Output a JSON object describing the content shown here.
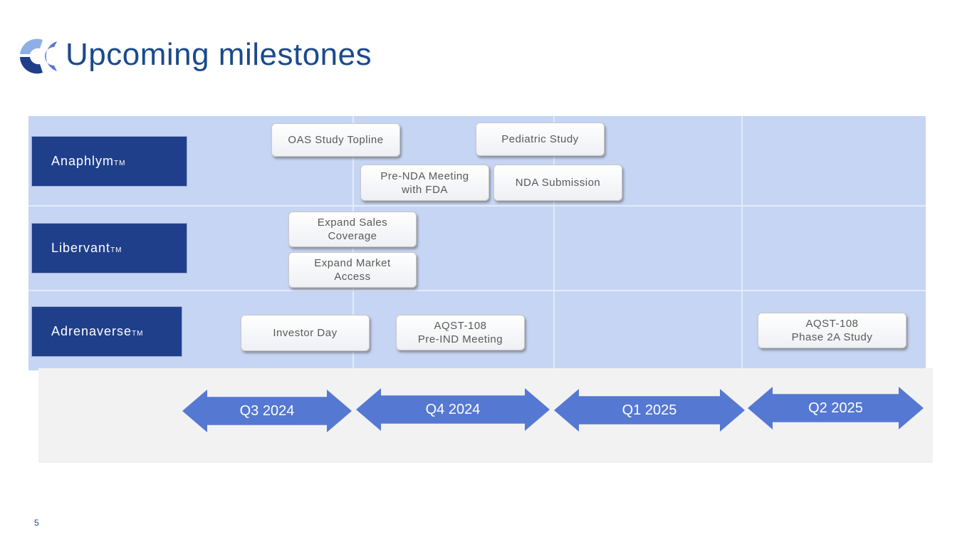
{
  "title": "Upcoming milestones",
  "products": [
    {
      "name": "Anaphlym",
      "tm": "TM"
    },
    {
      "name": "Libervant",
      "tm": "TM"
    },
    {
      "name": "Adrenaverse",
      "tm": "TM"
    }
  ],
  "milestones": {
    "oas": "OAS Study Topline",
    "pediatric": "Pediatric Study",
    "prenda1": "Pre-NDA Meeting",
    "prenda2": "with FDA",
    "nda": "NDA Submission",
    "sales1": "Expand Sales",
    "sales2": "Coverage",
    "market1": "Expand Market",
    "market2": "Access",
    "investor": "Investor Day",
    "preind1": "AQST-108",
    "preind2": "Pre-IND Meeting",
    "phase1": "AQST-108",
    "phase2": "Phase 2A Study"
  },
  "quarters": [
    "Q3 2024",
    "Q4 2024",
    "Q1 2025",
    "Q2 2025"
  ],
  "page_number": "5",
  "colors": {
    "title": "#1b4a8c",
    "lane": "#c6d5f3",
    "product": "#1f3f8a",
    "arrow": "#5578d2"
  }
}
